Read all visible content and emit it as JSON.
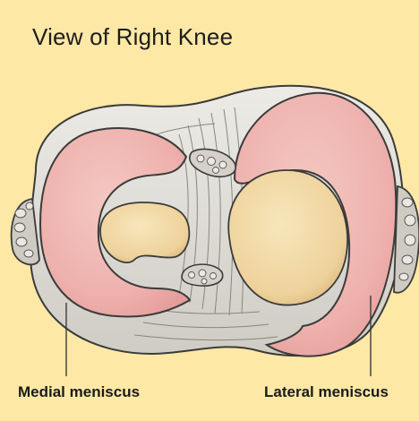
{
  "title": "View of Right Knee",
  "labels": {
    "medial": "Medial meniscus",
    "lateral": "Lateral meniscus"
  },
  "colors": {
    "background": "#fde8a6",
    "meniscus": "#eeb1ad",
    "cartilage": "#f2dca6",
    "ligament": "#d9d6cf",
    "outline": "#3b3b3b"
  }
}
